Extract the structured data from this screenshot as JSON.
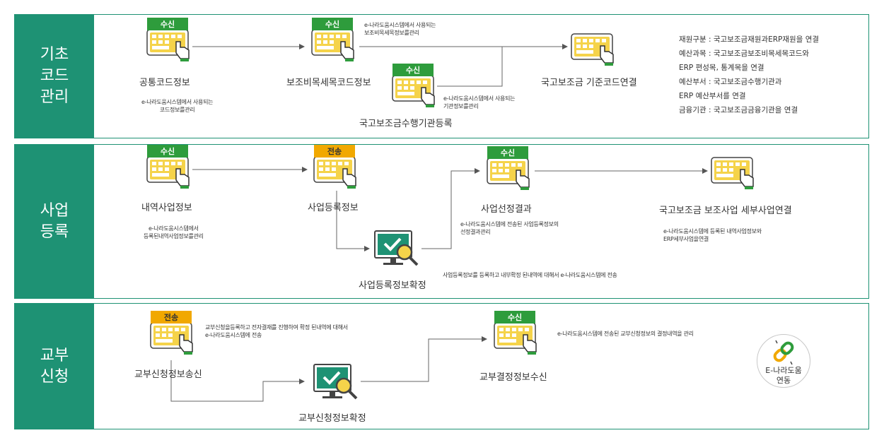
{
  "sections": [
    {
      "label": "기초\n코드\n관리"
    },
    {
      "label": "사업\n등록"
    },
    {
      "label": "교부\n신청"
    }
  ],
  "tags": {
    "receive": "수신",
    "send": "전송"
  },
  "section1": {
    "node1": {
      "label": "공통코드정보",
      "note": "e-나라도움시스템에서 사용되는\n코드정보를관리"
    },
    "node2": {
      "label": "보조비목세목코드정보",
      "note": "e-나라도움시스템에서 사용되는\n보조비목세목정보를관리"
    },
    "node3": {
      "label": "국고보조금수행기관등록",
      "note": "e-나라도움시스템에서 사용되는\n기관정보를관리"
    },
    "node4": {
      "label": "국고보조금 기준코드연결"
    },
    "mapping": "재원구분 : 국고보조금재원과ERP재원을 연결\n예산과목 : 국고보조금보조비목세목코드와\n          ERP 편성목, 통계목을 연결\n예산부서 : 국고보조금수행기관과\n          ERP 예산부서를 연결\n금융기관 : 국고보조금금융기관을 연결"
  },
  "section2": {
    "node1": {
      "label": "내역사업정보",
      "note": "e-나라도움시스템에서\n등록된내역사업정보를관리"
    },
    "node2": {
      "label": "사업등록정보"
    },
    "node3": {
      "label": "사업등록정보확정",
      "note": "사업등록정보를 등록하고 내부확정 된내역에 대해서 e-나라도움시스템에 전송"
    },
    "node4": {
      "label": "사업선정결과",
      "note": "e-나라도움시스템에 전송된 사업등록정보의\n선정결과관리"
    },
    "node5": {
      "label": "국고보조금 보조사업 세부사업연결",
      "note": "e-나라도움시스템에 등록된 내역사업정보와\nERP세부사업을연결"
    }
  },
  "section3": {
    "node1": {
      "label": "교부신청정보송신",
      "note": "교부신청을등록하고 전자결재를 진행하여 확정 된내역에 대해서\ne-나라도움시스템에 전송"
    },
    "node2": {
      "label": "교부신청정보확정"
    },
    "node3": {
      "label": "교부결정정보수신",
      "note": "e-나라도움시스템에 전송된 교부신청정보의 결정내역을 관리"
    }
  },
  "badge": {
    "text": "E-나라도움\n연동",
    "icon": "link-icon"
  },
  "colors": {
    "teal": "#1e9274",
    "green_tag": "#2e9c3c",
    "orange_tag": "#f1a800",
    "keyboard": "#f5d34a"
  }
}
